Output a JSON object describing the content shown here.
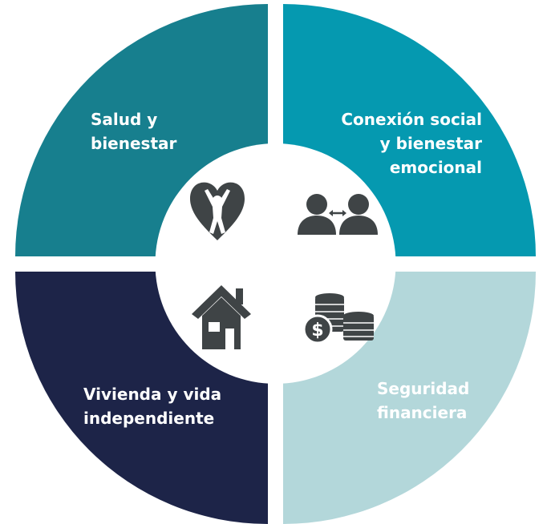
{
  "quadrants": {
    "top_left": {
      "line1": "Salud y",
      "line2": "bienestar",
      "color": "#177f8e",
      "icon": "heart-person-icon"
    },
    "top_right": {
      "line1": "Conexión social",
      "line2": "y bienestar",
      "line3": "emocional",
      "color": "#0599b0",
      "icon": "people-connection-icon"
    },
    "bottom_left": {
      "line1": "Vivienda y vida",
      "line2": "independiente",
      "color": "#1d2448",
      "icon": "house-icon"
    },
    "bottom_right": {
      "line1": "Seguridad",
      "line2": "financiera",
      "color": "#b3d7da",
      "icon": "coins-dollar-icon"
    }
  },
  "center_color": "#ffffff",
  "icon_color": "#3f4446"
}
